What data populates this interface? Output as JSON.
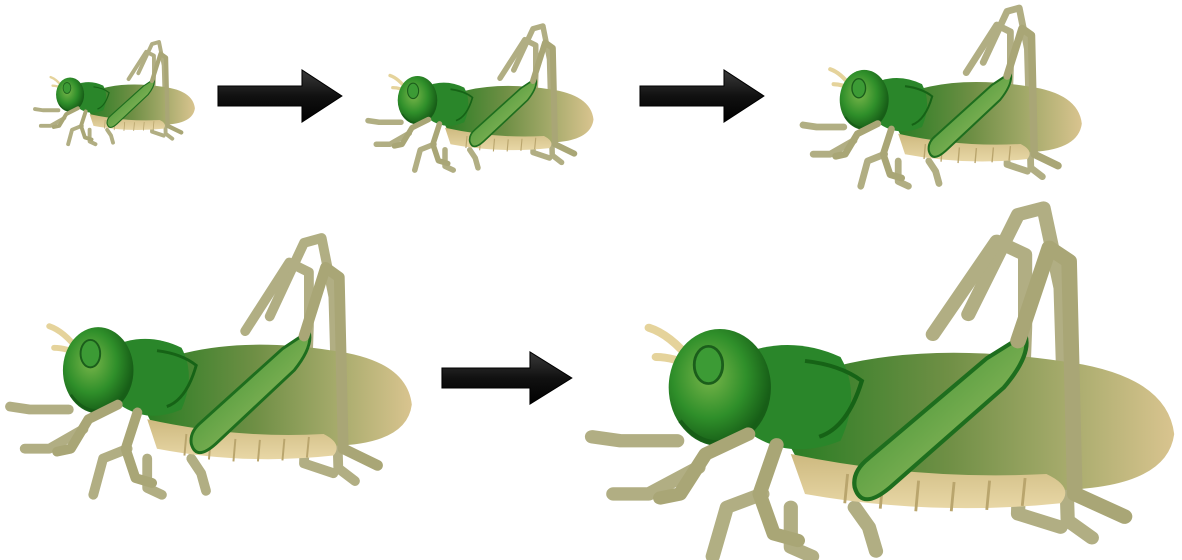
{
  "diagram": {
    "kind": "growth-sequence",
    "subject": "grasshopper",
    "stages": [
      {
        "stage": 1,
        "icon": "grasshopper-icon"
      },
      {
        "stage": 2,
        "icon": "grasshopper-icon"
      },
      {
        "stage": 3,
        "icon": "grasshopper-icon"
      },
      {
        "stage": 4,
        "icon": "grasshopper-icon"
      },
      {
        "stage": 5,
        "icon": "grasshopper-icon"
      }
    ],
    "connectors": [
      {
        "from": 1,
        "to": 2,
        "icon": "arrow-right-icon"
      },
      {
        "from": 2,
        "to": 3,
        "icon": "arrow-right-icon"
      },
      {
        "from": 4,
        "to": 5,
        "icon": "arrow-right-icon"
      }
    ],
    "colors": {
      "background": "#ffffff",
      "body_green": "#1e7a1e",
      "head_green": "#2f8f2a",
      "belly_tan": "#d9c48f",
      "leg_olive": "#a9a676",
      "arrow": "#111111"
    }
  }
}
